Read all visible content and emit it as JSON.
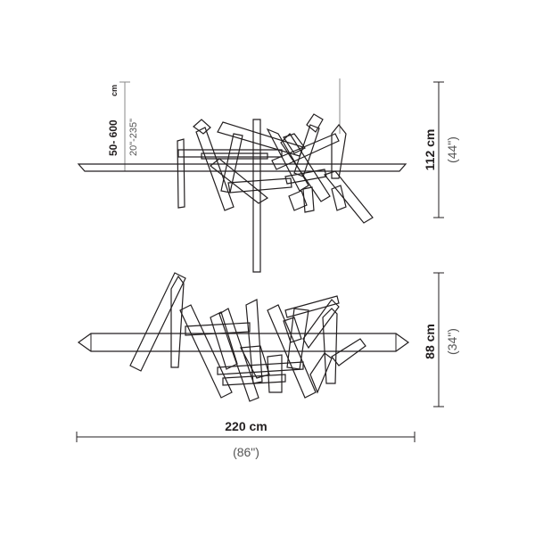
{
  "drawing": {
    "colors": {
      "line": "#231f20",
      "muted": "#555555",
      "guide": "#8a8a8a",
      "background": "#ffffff"
    },
    "drop": {
      "cm": "50- 600",
      "cm_unit": "cm",
      "inch": "20\"-235\""
    },
    "side_height": {
      "cm": "112 cm",
      "inch": "(44\")"
    },
    "front_height": {
      "cm": "88 cm",
      "inch": "(34\")"
    },
    "width": {
      "cm": "220 cm",
      "inch": "(86\")"
    }
  }
}
